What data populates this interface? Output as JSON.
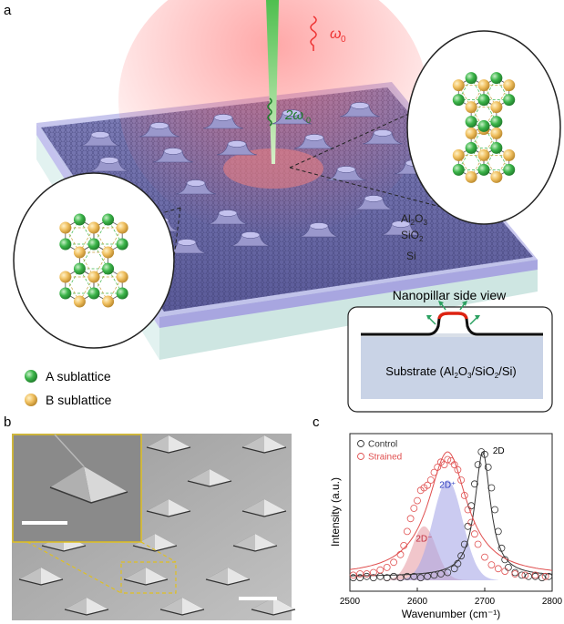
{
  "panels": {
    "a": "a",
    "b": "b",
    "c": "c"
  },
  "panel_a": {
    "omega0": "ω",
    "omega0_sub": "0",
    "two_omega0_prefix": "2ω",
    "two_omega0_sub": "0",
    "layers": {
      "al2o3": [
        "Al",
        "2",
        "O",
        "3"
      ],
      "sio2": [
        "SiO",
        "2"
      ],
      "si": "Si"
    },
    "legend": {
      "a_sublattice": "A sublattice",
      "b_sublattice": "B sublattice"
    },
    "nanopillar_title": "Nanopillar side view",
    "substrate_label": [
      "Substrate (Al",
      "2",
      "O",
      "3",
      "/SiO",
      "2",
      "/Si)"
    ]
  },
  "panel_b": {
    "description_free": true
  },
  "chart_data": {
    "type": "scatter",
    "xlabel": "Wavenumber (cm⁻¹)",
    "ylabel": "Intensity (a.u.)",
    "xlim": [
      2500,
      2800
    ],
    "xticks": [
      2500,
      2600,
      2700,
      2800
    ],
    "legend_position": "top-left",
    "series": [
      {
        "name": "Control",
        "color": "#333333",
        "peak": 2697,
        "fwhm": 28,
        "x": [
          2505,
          2515,
          2525,
          2535,
          2545,
          2555,
          2565,
          2575,
          2585,
          2595,
          2605,
          2615,
          2625,
          2635,
          2645,
          2655,
          2660,
          2665,
          2670,
          2675,
          2680,
          2685,
          2690,
          2695,
          2700,
          2705,
          2710,
          2715,
          2720,
          2725,
          2730,
          2735,
          2745,
          2755,
          2765,
          2775,
          2785,
          2795
        ],
        "y": [
          0.02,
          0.02,
          0.03,
          0.02,
          0.03,
          0.02,
          0.03,
          0.02,
          0.03,
          0.03,
          0.02,
          0.03,
          0.04,
          0.05,
          0.06,
          0.09,
          0.13,
          0.19,
          0.28,
          0.42,
          0.58,
          0.75,
          0.9,
          1.0,
          0.98,
          0.88,
          0.72,
          0.55,
          0.38,
          0.25,
          0.16,
          0.1,
          0.06,
          0.04,
          0.03,
          0.03,
          0.02,
          0.03
        ]
      },
      {
        "name": "Strained",
        "color": "#e05050",
        "peak": 2645,
        "fwhm": 70,
        "x": [
          2505,
          2515,
          2525,
          2535,
          2545,
          2555,
          2565,
          2575,
          2580,
          2585,
          2590,
          2595,
          2600,
          2605,
          2610,
          2615,
          2620,
          2625,
          2630,
          2635,
          2640,
          2645,
          2650,
          2655,
          2660,
          2665,
          2670,
          2675,
          2680,
          2685,
          2690,
          2700,
          2710,
          2720,
          2730,
          2745,
          2760,
          2775,
          2790
        ],
        "y": [
          0.04,
          0.05,
          0.05,
          0.06,
          0.08,
          0.1,
          0.14,
          0.2,
          0.27,
          0.38,
          0.48,
          0.56,
          0.62,
          0.7,
          0.72,
          0.74,
          0.78,
          0.84,
          0.88,
          0.92,
          0.9,
          0.94,
          0.93,
          0.9,
          0.86,
          0.78,
          0.66,
          0.55,
          0.45,
          0.36,
          0.28,
          0.18,
          0.12,
          0.09,
          0.07,
          0.05,
          0.04,
          0.04,
          0.03
        ]
      }
    ],
    "components": [
      {
        "label": "2D⁻",
        "center": 2610,
        "height": 0.42,
        "width": 18,
        "color": "#e8a0a8"
      },
      {
        "label": "2D⁺",
        "center": 2645,
        "height": 0.78,
        "width": 22,
        "color": "#a8a8e8"
      }
    ],
    "peak_label": "2D"
  }
}
